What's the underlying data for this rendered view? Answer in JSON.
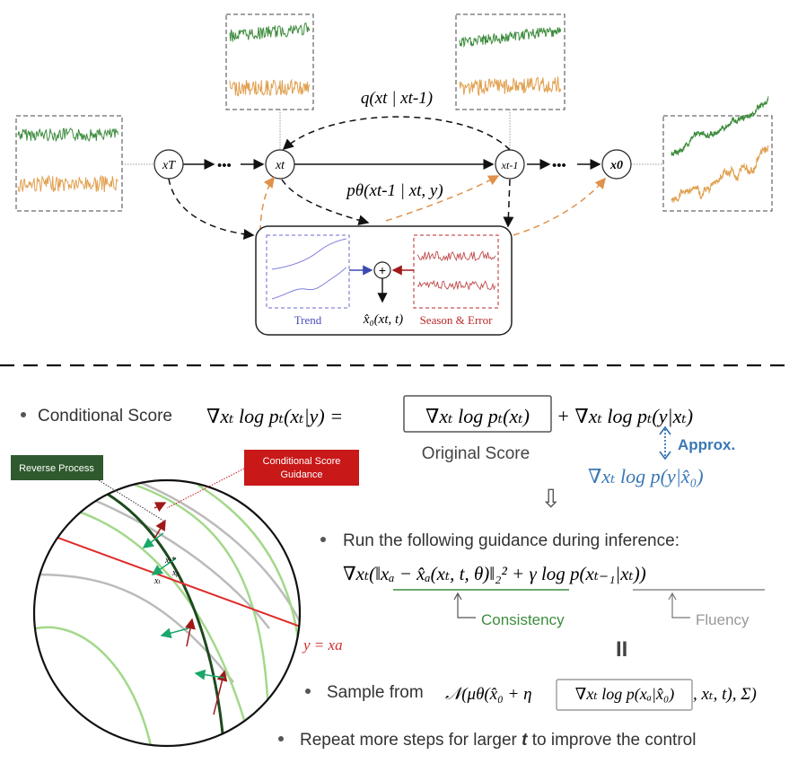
{
  "top": {
    "nodes": {
      "xT": "xT",
      "xt": "xt",
      "xt1": "xt-1",
      "x0": "x0"
    },
    "ellipsis": "•••",
    "q_label": "q(xt | xt-1)",
    "p_label": "pθ(xt-1 | xt, y)",
    "inner": {
      "trend": "Trend",
      "season": "Season & Error",
      "plus": "+",
      "xhat": "x̂₀(xt, t)"
    }
  },
  "bottom": {
    "bullet1": {
      "label": "Conditional Score",
      "eq_lhs": "∇xₜ log pₜ(xₜ|y) =",
      "boxed": "∇xₜ log pₜ(xₜ)",
      "eq_rhs": "+ ∇xₜ log pₜ(y|xₜ)",
      "boxed_caption": "Original Score",
      "approx": "Approx.",
      "approx_eq": "∇xₜ log p(y|x̂₀)"
    },
    "arrow_down": "⇩",
    "bullet2": {
      "text": "Run the following guidance during inference:",
      "equation": "∇xₜ(‖xₐ − x̂ₐ(xₜ, t, θ)‖₂² + γ log p(xₜ₋₁|xₜ))",
      "consistency": "Consistency",
      "fluency": "Fluency"
    },
    "equals_bar": "II",
    "bullet3": {
      "text": "Sample from",
      "eq_pre": "𝒩(μθ(x̂₀ + η",
      "eq_boxed": "∇xₜ log p(xₐ|x̂₀)",
      "eq_post": ", xₜ, t), Σ)"
    },
    "bullet4": {
      "pre": "Repeat more steps for larger",
      "bold": "t",
      "post": "to improve the control"
    },
    "sphere": {
      "reverse_process": "Reverse Process",
      "guidance_line1": "Conditional Score",
      "guidance_line2": "Guidance",
      "y_eq": "y = xa",
      "pts": {
        "xt_star": "xₜ*",
        "xb": "xᵦ",
        "xt": "xₜ"
      }
    }
  },
  "colors": {
    "green": "#3d8c3d",
    "orange": "#e0a050",
    "blue": "#3a78b4",
    "red": "#d22b2b",
    "dark_green": "#1e4a1e",
    "gray": "#888888",
    "light_green": "#a3d88a",
    "trend_blue": "#6a6ad0",
    "season_red": "#b82828"
  }
}
